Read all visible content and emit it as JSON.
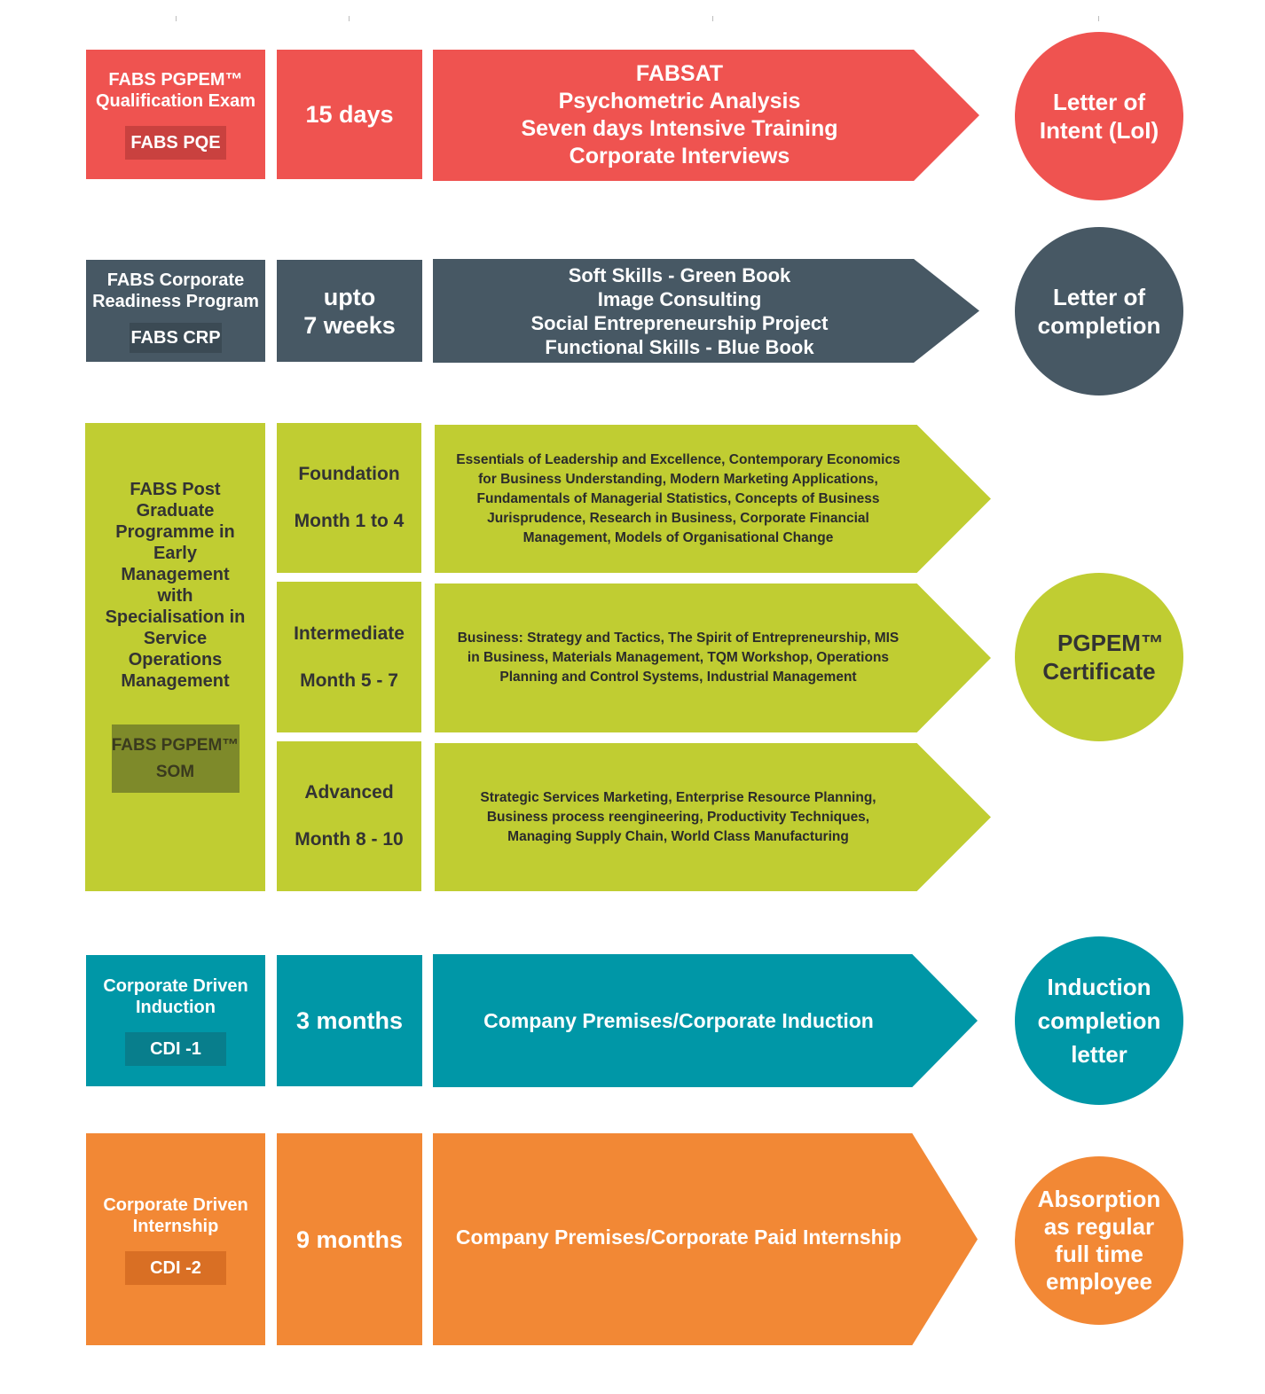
{
  "colors": {
    "red": "#ef5350",
    "red_tag": "#c9413f",
    "slate": "#475864",
    "slate_tag": "#3b4a54",
    "lime": "#c0cd32",
    "lime_tag": "#7e8a2a",
    "teal": "#0097a7",
    "teal_tag": "#087e8c",
    "orange": "#f28835",
    "orange_tag": "#d96f24"
  },
  "rows": [
    {
      "program": [
        "FABS PGPEM™",
        "Qualification Exam"
      ],
      "tag": "FABS PQE",
      "duration": [
        "15 days"
      ],
      "details": [
        "FABSAT",
        "Psychometric Analysis",
        "Seven days Intensive Training",
        "Corporate Interviews"
      ],
      "outcome": [
        "Letter of",
        "Intent (LoI)"
      ]
    },
    {
      "program": [
        "FABS Corporate",
        "Readiness Program"
      ],
      "tag": "FABS CRP",
      "duration": [
        "upto",
        "7 weeks"
      ],
      "details": [
        "Soft Skills - Green Book",
        "Image Consulting",
        "Social Entrepreneurship Project",
        "Functional Skills - Blue Book"
      ],
      "outcome": [
        "Letter of",
        "completion"
      ]
    },
    {
      "program": [
        "FABS Post",
        "Graduate",
        "Programme in",
        "Early",
        "Management",
        "with",
        "Specialisation in",
        "Service",
        "Operations",
        "Management"
      ],
      "tag": [
        "FABS PGPEM™",
        "SOM"
      ],
      "stages": [
        {
          "name": "Foundation",
          "period": "Month 1 to 4",
          "details": [
            "Essentials of Leadership and Excellence, Contemporary Economics",
            "for Business Understanding, Modern Marketing Applications,",
            "Fundamentals of Managerial Statistics, Concepts of Business",
            "Jurisprudence, Research in Business, Corporate Financial",
            "Management, Models of Organisational Change"
          ]
        },
        {
          "name": "Intermediate",
          "period": "Month 5 - 7",
          "details": [
            "Business: Strategy and Tactics, The Spirit of Entrepreneurship, MIS",
            "in Business,  Materials Management, TQM Workshop, Operations",
            "Planning and Control Systems, Industrial Management"
          ]
        },
        {
          "name": "Advanced",
          "period": "Month 8 - 10",
          "details": [
            "Strategic Services Marketing, Enterprise Resource Planning,",
            "Business process reengineering, Productivity Techniques,",
            "Managing Supply Chain, World Class Manufacturing"
          ]
        }
      ],
      "outcome": [
        "PGPEM™",
        "Certificate"
      ]
    },
    {
      "program": [
        "Corporate Driven",
        "Induction"
      ],
      "tag": "CDI -1",
      "duration": [
        "3 months"
      ],
      "details": [
        "Company Premises/Corporate Induction"
      ],
      "outcome": [
        "Induction",
        "completion",
        "letter"
      ]
    },
    {
      "program": [
        "Corporate Driven",
        "Internship"
      ],
      "tag": "CDI -2",
      "duration": [
        "9 months"
      ],
      "details": [
        "Company Premises/Corporate Paid Internship"
      ],
      "outcome": [
        "Absorption",
        "as regular",
        "full time",
        "employee"
      ]
    }
  ]
}
